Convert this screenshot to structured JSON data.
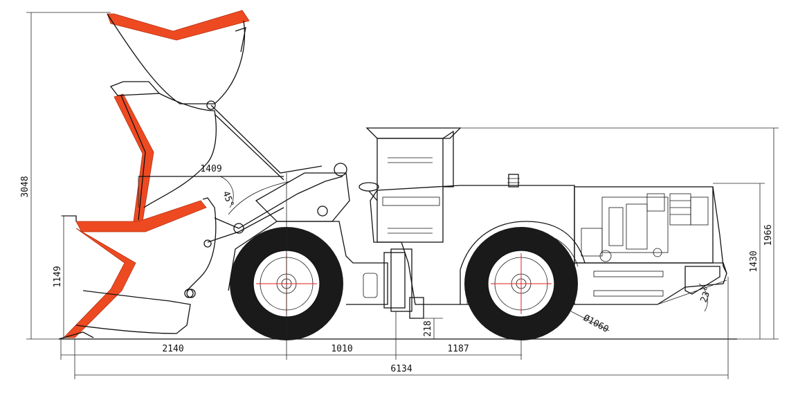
{
  "dimensions": {
    "total_height": "3048",
    "cab_height": "1966",
    "body_height": "1430",
    "dump_height": "1149",
    "reach": "1409",
    "dump_angle": "45°",
    "front_overhang": "2140",
    "front_axle_to_hinge": "1010",
    "hinge_to_rear_axle": "1187",
    "overall_length": "6134",
    "ground_clearance": "218",
    "tire_diameter": "Ø1060",
    "departure_angle": "23°"
  },
  "colors": {
    "bucket_accent": "#ee4a22",
    "line": "#111111",
    "centerline": "#e51b1b"
  },
  "icons": {
    "steering": "steering-wheel-icon"
  }
}
